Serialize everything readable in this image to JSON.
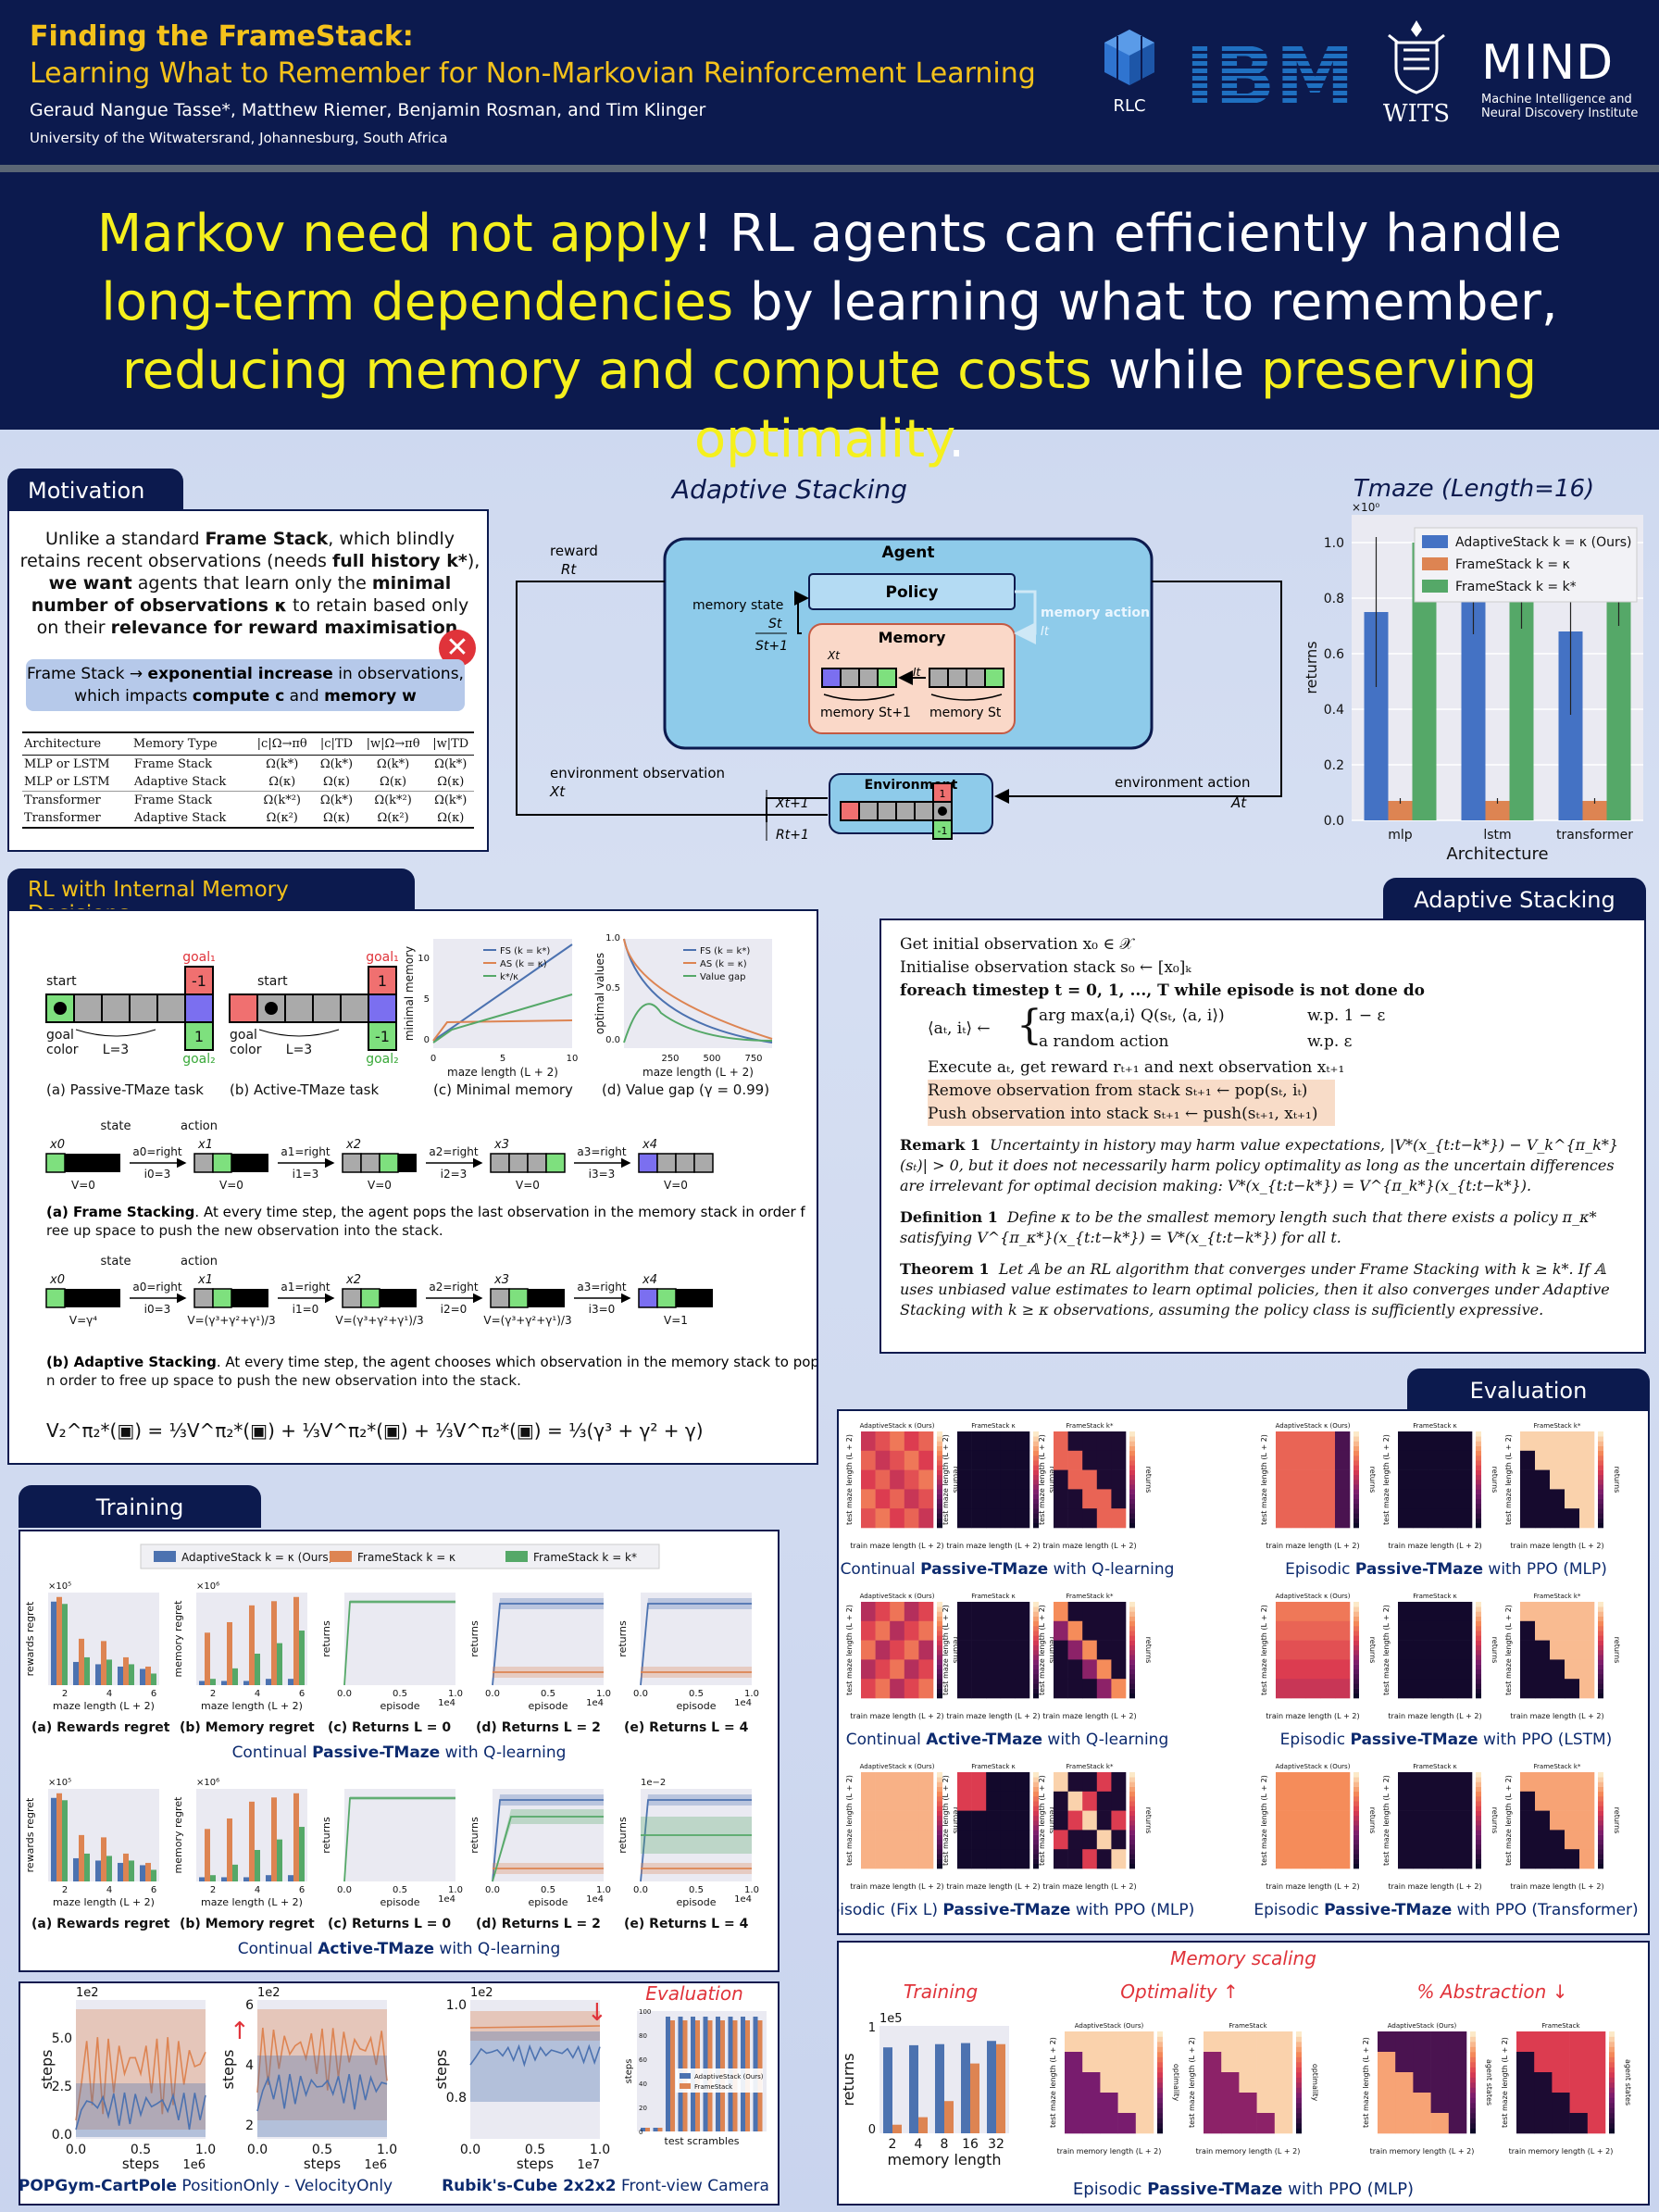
{
  "header": {
    "title_line1": "Finding the FrameStack:",
    "title_line2": "Learning What to Remember for Non-Markovian Reinforcement Learning",
    "authors": "Geraud Nangue Tasse*, Matthew Riemer, Benjamin Rosman, and Tim Klinger",
    "affiliation": "University of the Witwatersrand, Johannesburg, South Africa",
    "logos": {
      "rlc": "RLC",
      "ibm": "IBM",
      "wits": "WITS",
      "mind": "MIND",
      "mind_sub1": "Machine Intelligence and",
      "mind_sub2": "Neural Discovery Institute"
    }
  },
  "banner": {
    "p1": "Markov need not apply",
    "p2": "! RL agents can efficiently handle ",
    "p3": "long-term dependencies",
    "p4": " by learning what to remember, ",
    "p5": "reducing memory and compute costs",
    "p6": " while ",
    "p7": "preserving optimality",
    "p8": "."
  },
  "motivation": {
    "tab": "Motivation",
    "t1": "Unlike a standard ",
    "t2": "Frame Stack",
    "t3": ", which blindly retains recent observations (needs ",
    "t4": "full history k*",
    "t5": "), ",
    "t6": "we want",
    "t7": " agents that learn only the ",
    "t8": "minimal number of observations κ",
    "t9": " to retain based only on their ",
    "t10": "relevance for reward maximisation",
    "t11": ".",
    "box1": "Frame Stack → ",
    "box2": "exponential increase",
    "box3": " in observations, which impacts ",
    "box4": "compute c",
    "box5": " and ",
    "box6": "memory w",
    "table": {
      "headers": [
        "Architecture",
        "Memory Type",
        "|c|Ω→πθ",
        "|c|TD",
        "|w|Ω→πθ",
        "|w|TD"
      ],
      "rows": [
        [
          "MLP or LSTM",
          "Frame Stack",
          "Ω(k*)",
          "Ω(k*)",
          "Ω(k*)",
          "Ω(k*)"
        ],
        [
          "MLP or LSTM",
          "Adaptive Stack",
          "Ω(κ)",
          "Ω(κ)",
          "Ω(κ)",
          "Ω(κ)"
        ],
        [
          "Transformer",
          "Frame Stack",
          "Ω(k*²)",
          "Ω(k*)",
          "Ω(k*²)",
          "Ω(k*)"
        ],
        [
          "Transformer",
          "Adaptive Stack",
          "Ω(κ²)",
          "Ω(κ)",
          "Ω(κ²)",
          "Ω(κ)"
        ]
      ]
    }
  },
  "diagram": {
    "title": "Adaptive Stacking",
    "agent": "Agent",
    "policy": "Policy",
    "memory": "Memory",
    "environment": "Environment",
    "reward": "reward",
    "R_t": "Rt",
    "memory_state": "memory state",
    "S_t": "St",
    "S_t1": "St+1",
    "memory_action": "memory action",
    "I_t": "It",
    "X_t": "Xt",
    "mem_s1": "memory St+1",
    "mem_s": "memory St",
    "env_obs": "environment observation",
    "env_obs_x": "Xt",
    "X_t1": "Xt+1",
    "R_t1": "Rt+1",
    "env_action": "environment action",
    "A_t": "At",
    "one": "1",
    "neg_one": "-1"
  },
  "tmaze": {
    "title": "Tmaze (Length=16)",
    "chart_data": {
      "type": "bar",
      "title": "Tmaze (Length=16)",
      "xlabel": "Architecture",
      "ylabel": "returns",
      "scale_note": "×10⁰",
      "categories": [
        "mlp",
        "lstm",
        "transformer"
      ],
      "series": [
        {
          "name": "AdaptiveStack k = κ (Ours)",
          "values": [
            0.75,
            0.84,
            0.68
          ],
          "err": [
            0.27,
            0.17,
            0.3
          ],
          "color": "#4472c4"
        },
        {
          "name": "FrameStack k = κ",
          "values": [
            0.07,
            0.07,
            0.07
          ],
          "err": [
            0.01,
            0.01,
            0.01
          ],
          "color": "#dd8452"
        },
        {
          "name": "FrameStack k = k*",
          "values": [
            1.0,
            0.85,
            0.86
          ],
          "err": [
            0.01,
            0.16,
            0.16
          ],
          "color": "#55a868"
        }
      ],
      "ylim": [
        0,
        1.1
      ],
      "yticks": [
        "0.0",
        "0.2",
        "0.4",
        "0.6",
        "0.8",
        "1.0"
      ],
      "grid": true,
      "legend": "top"
    }
  },
  "rl_internal": {
    "tab": "RL with Internal Memory Decisions",
    "fig_a": "(a) Passive-TMaze task",
    "fig_b": "(b) Active-TMaze task",
    "fig_c": "(c) Minimal memory",
    "fig_d": "(d) Value gap (γ = 0.99)",
    "start": "start",
    "goal": "goal",
    "color": "color",
    "L3": "L=3",
    "goal1": "goal₁",
    "goal2": "goal₂",
    "m1": "-1",
    "p1": "1",
    "c_ylabel": "minimal memory",
    "c_xlabel": "maze length (L + 2)",
    "c_legend": [
      "FS (k = k*)",
      "AS (k = κ)",
      "k*/κ"
    ],
    "d_ylabel": "optimal values",
    "d_xlabel": "maze length (L + 2)",
    "d_legend": [
      "FS (k = k*)",
      "AS (k = κ)",
      "Value gap"
    ],
    "state": "state",
    "action": "action",
    "seq_frames": [
      {
        "x": "x0",
        "act": "a0=right",
        "i": "i0=3",
        "v": "V=0"
      },
      {
        "x": "x1",
        "act": "a1=right",
        "i": "i1=3",
        "v": "V=0"
      },
      {
        "x": "x2",
        "act": "a2=right",
        "i": "i2=3",
        "v": "V=0"
      },
      {
        "x": "x3",
        "act": "a3=right",
        "i": "i3=3",
        "v": "V=0"
      },
      {
        "x": "x4",
        "v": "V=0"
      }
    ],
    "seq_adaptive": [
      {
        "x": "x0",
        "act": "a0=right",
        "i": "i0=3",
        "v": "V=γ⁴"
      },
      {
        "x": "x1",
        "act": "a1=right",
        "i": "i1=0",
        "v": "V=(γ³+γ²+γ¹)/3"
      },
      {
        "x": "x2",
        "act": "a2=right",
        "i": "i2=0",
        "v": "V=(γ³+γ²+γ¹)/3"
      },
      {
        "x": "x3",
        "act": "a3=right",
        "i": "i3=0",
        "v": "V=(γ³+γ²+γ¹)/3"
      },
      {
        "x": "x4",
        "v": "V=1"
      }
    ],
    "cap_frame_b": "(a) Frame Stacking",
    "cap_frame": ". At every time step, the agent pops the last observation in the memory stack in order free up space to push the new observation into the stack.",
    "cap_adapt_b": "(b) Adaptive Stacking",
    "cap_adapt": ". At every time step, the agent chooses which observation in the memory stack to pop in order to free up space to push the new observation into the stack.",
    "equation": "V₂^π₂*(▣) = ⅓V^π₂*(▣) + ⅓V^π₂*(▣) + ⅓V^π₂*(▣) = ⅓(γ³ + γ² + γ)"
  },
  "algo": {
    "tab": "Adaptive Stacking",
    "l1": "Get initial observation x₀ ∈ 𝒳",
    "l2": "Initialise observation stack s₀ ← [x₀]ₖ",
    "l3": "foreach timestep t = 0, 1, ..., T while episode is not done do",
    "l4a": "⟨aₜ, iₜ⟩ ←",
    "l4b": "arg max⟨a,i⟩ Q(sₜ, ⟨a, i⟩)",
    "l4c": "w.p. 1 − ε",
    "l4d": "a random action",
    "l4e": "w.p. ε",
    "l5": "Execute aₜ, get reward rₜ₊₁ and next observation xₜ₊₁",
    "l6": "Remove observation from stack sₜ₊₁ ← pop(sₜ, iₜ)",
    "l7": "Push observation into stack sₜ₊₁ ← push(sₜ₊₁, xₜ₊₁)",
    "remark_h": "Remark 1",
    "remark": "Uncertainty in history may harm value expectations, |V*(x_{t:t−k*}) − V_k^{π_k*}(sₜ)| > 0, but it does not necessarily harm policy optimality as long as the uncertain differences are irrelevant for optimal decision making: V*(x_{t:t−k*}) = V^{π_k*}(x_{t:t−k*}).",
    "def_h": "Definition 1",
    "def": "Define κ to be the smallest memory length such that there exists a policy π_κ* satisfying V^{π_κ*}(x_{t:t−k*}) = V*(x_{t:t−k*}) for all t.",
    "thm_h": "Theorem 1",
    "thm": "Let 𝔸 be an RL algorithm that converges under Frame Stacking with k ≥ k*. If 𝔸 uses unbiased value estimates to learn optimal policies, then it also converges under Adaptive Stacking with k ≥ κ observations, assuming the policy class is sufficiently expressive."
  },
  "training": {
    "tab": "Training",
    "legend": [
      "AdaptiveStack k = κ (Ours)",
      "FrameStack k = κ",
      "FrameStack k = k*"
    ],
    "colors": {
      "adaptive": "#4c72b0",
      "fs_kappa": "#dd8452",
      "fs_kstar": "#55a868"
    },
    "row_caps": [
      "(a) Rewards regret",
      "(b) Memory regret",
      "(c) Returns L = 0",
      "(d) Returns L = 2",
      "(e) Returns L = 4"
    ],
    "row1_title_pre": "Continual ",
    "row1_title_b": "Passive-TMaze",
    "row1_title_post": " with Q-learning",
    "row2_title_pre": "Continual ",
    "row2_title_b": "Active-TMaze",
    "row2_title_post": " with Q-learning",
    "ylabels": [
      "rewards regret",
      "memory regret",
      "returns",
      "returns",
      "returns"
    ],
    "xlabel_maze": "maze length (L + 2)",
    "xlabel_ep": "episode",
    "sci": "1e4",
    "x5": "×10⁵",
    "x6": "×10⁶",
    "e2": "1e−2",
    "chart_data": [
      {
        "type": "bar",
        "title": "(a) Rewards regret",
        "xlabel": "maze length (L + 2)",
        "ylabel": "rewards regret",
        "categories": [
          "2",
          "3",
          "4",
          "5",
          "6"
        ],
        "series": [
          {
            "name": "AdaptiveStack k = κ (Ours)",
            "values": [
              3.6,
              1.0,
              0.9,
              0.8,
              0.7
            ]
          },
          {
            "name": "FrameStack k = κ",
            "values": [
              3.8,
              2.0,
              1.9,
              1.2,
              0.8
            ]
          },
          {
            "name": "FrameStack k = k*",
            "values": [
              3.5,
              1.2,
              1.1,
              0.9,
              0.5
            ]
          }
        ]
      },
      {
        "type": "bar",
        "title": "(b) Memory regret",
        "xlabel": "maze length (L + 2)",
        "ylabel": "memory regret",
        "categories": [
          "2",
          "3",
          "4",
          "5",
          "6"
        ],
        "series": [
          {
            "name": "AdaptiveStack k = κ (Ours)",
            "values": [
              0.2,
              0.2,
              0.2,
              0.3,
              0.3
            ]
          },
          {
            "name": "FrameStack k = κ",
            "values": [
              2.5,
              3.0,
              3.8,
              4.0,
              4.2
            ]
          },
          {
            "name": "FrameStack k = k*",
            "values": [
              0.3,
              0.8,
              1.5,
              2.0,
              2.6
            ]
          }
        ]
      }
    ]
  },
  "evaluation": {
    "tab": "Evaluation",
    "heat_titles": [
      "AdaptiveStack κ (Ours)",
      "FrameStack κ",
      "FrameStack k*"
    ],
    "heat_ylabel": "test maze length (L + 2)",
    "heat_xlabel": "train maze length (L + 2)",
    "heat_cbar": "returns",
    "caps": [
      {
        "pre": "Continual ",
        "b": "Passive-TMaze",
        "post": " with Q-learning"
      },
      {
        "pre": "Episodic ",
        "b": "Passive-TMaze",
        "post": " with PPO (MLP)"
      },
      {
        "pre": "Continual ",
        "b": "Active-TMaze",
        "post": " with Q-learning"
      },
      {
        "pre": "Episodic ",
        "b": "Passive-TMaze",
        "post": " with PPO (LSTM)"
      },
      {
        "pre": "Episodic (Fix L) ",
        "b": "Passive-TMaze",
        "post": " with PPO (MLP)"
      },
      {
        "pre": "Episodic ",
        "b": "Passive-TMaze",
        "post": " with PPO (Transformer)"
      }
    ]
  },
  "bottom_left": {
    "cap1_b": "POPGym-CartPole",
    "cap1": " PositionOnly - VelocityOnly",
    "cap2_b": "Rubik's-Cube 2x2x2",
    "cap2": " Front-view Camera",
    "eval_title": "Evaluation",
    "steps": "steps",
    "e6": "1e6",
    "e7": "1e7",
    "e2": "1e2",
    "test_scrambles": "test scrambles",
    "legend": [
      "AdaptiveStack (Ours)",
      "FrameStack"
    ]
  },
  "memory_scaling": {
    "title": "Memory scaling",
    "training": "Training",
    "optimality": "Optimality",
    "abstraction": "% Abstraction",
    "chart_ylabel": "returns",
    "chart_xlabel": "memory length",
    "e5": "1e5",
    "chart_data": {
      "type": "bar",
      "title": "Training",
      "xlabel": "memory length",
      "ylabel": "returns",
      "categories": [
        "2",
        "4",
        "8",
        "16",
        "32"
      ],
      "series": [
        {
          "name": "AdaptiveStack (Ours)",
          "values": [
            0.8,
            0.82,
            0.83,
            0.84,
            0.86
          ]
        },
        {
          "name": "FrameStack",
          "values": [
            0.08,
            0.15,
            0.3,
            0.65,
            0.83
          ]
        }
      ]
    },
    "heat_titles": [
      "AdaptiveStack (Ours)",
      "FrameStack",
      "AdaptiveStack (Ours)",
      "FrameStack"
    ],
    "heat_ylabel": "test maze length (L + 2)",
    "heat_xlabel": "train memory length (L + 2)",
    "cbar1": "optimality",
    "cbar2": "agent states",
    "caption_pre": "Episodic ",
    "caption_b": "Passive-TMaze",
    "caption_post": " with PPO (MLP)"
  }
}
